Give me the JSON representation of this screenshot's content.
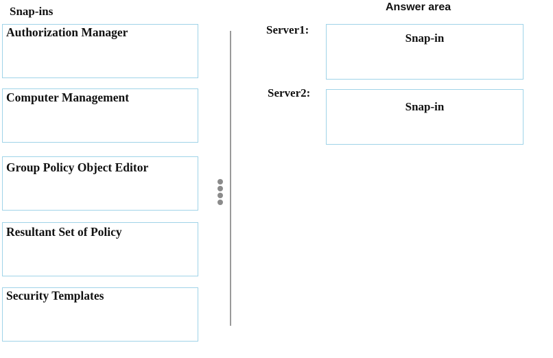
{
  "snapins_panel": {
    "title": "Snap-ins",
    "items": [
      {
        "label": "Authorization Manager"
      },
      {
        "label": "Computer Management"
      },
      {
        "label": "Group Policy Object Editor"
      },
      {
        "label": "Resultant Set of Policy"
      },
      {
        "label": "Security Templates"
      }
    ]
  },
  "answer_area": {
    "title": "Answer area",
    "targets": [
      {
        "server": "Server1:",
        "slot": "Snap-in"
      },
      {
        "server": "Server2:",
        "slot": "Snap-in"
      }
    ]
  },
  "colors": {
    "box_border": "#9fd3e8",
    "divider": "#9a9a9a",
    "handle_dots": "#8b8b8b"
  }
}
